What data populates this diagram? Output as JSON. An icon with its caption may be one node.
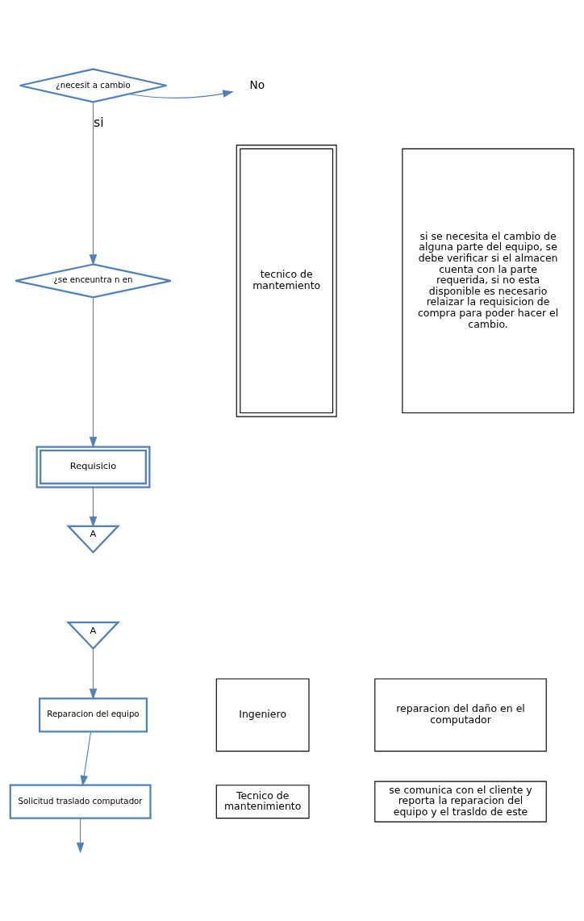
{
  "diagram": {
    "nodes": [
      {
        "text": [
          "¿necesit a cambio"
        ]
      },
      {
        "text": [
          "No"
        ]
      },
      {
        "text": [
          "¿se enceuntra n en"
        ]
      },
      {
        "text": [
          "Requisicio"
        ]
      },
      {
        "text": [
          "A"
        ]
      },
      {
        "text": [
          "tecnico de mantemiento"
        ]
      },
      {
        "text": [
          "si se necesita el cambio de alguna parte del equipo, se debe verificar si el almacen cuenta con la parte requerida, si no esta disponible es necesario relaizar la requisicion de compra para poder hacer el cambio."
        ]
      },
      {
        "text": [
          "A"
        ]
      },
      {
        "text": [
          "Reparacion del equipo"
        ]
      },
      {
        "text": [
          "Solicitud traslado computador"
        ]
      },
      {
        "text": [
          "Ingeniero"
        ]
      },
      {
        "text": [
          "reparacion del daño en el computador"
        ]
      },
      {
        "text": [
          "Tecnico de mantenimiento"
        ]
      },
      {
        "text": [
          "se comunica con el cliente y reporta la reparacion del equipo y el trasldo de este"
        ]
      }
    ],
    "edges": [
      {
        "from": 0,
        "to": 1,
        "arrow": "to"
      },
      {
        "from": 0,
        "to": 2,
        "arrow": "to",
        "label": "si"
      },
      {
        "from": 2,
        "to": 3,
        "arrow": "to"
      },
      {
        "from": 3,
        "to": 4,
        "arrow": "to"
      },
      {
        "from": 7,
        "to": 8,
        "arrow": "to"
      },
      {
        "from": 8,
        "to": 9,
        "arrow": "to"
      },
      {
        "from": 9,
        "to": null,
        "arrow": "to"
      }
    ]
  }
}
